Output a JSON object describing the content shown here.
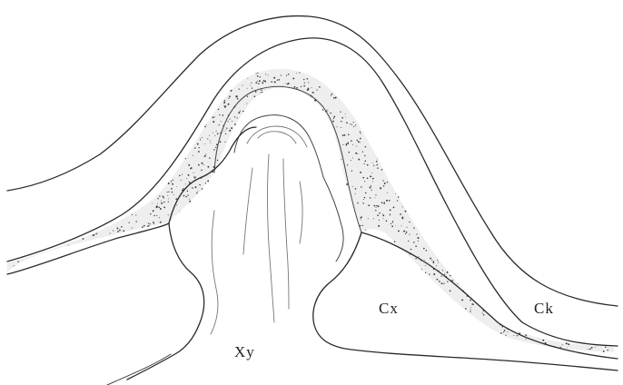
{
  "labels": {
    "xylem": "Xy",
    "cortex": "Cx",
    "cork": "Ck"
  }
}
